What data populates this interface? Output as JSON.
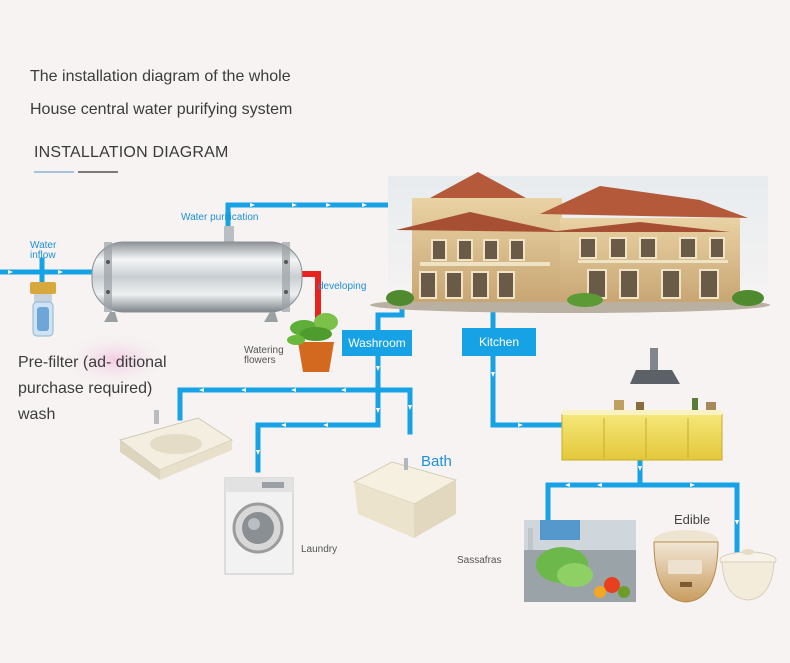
{
  "title_line1": "The installation diagram of the whole",
  "title_line2": "House central water purifying system",
  "heading": "INSTALLATION DIAGRAM",
  "labels": {
    "water_inflow_1": "Water",
    "water_inflow_2": "inflow",
    "water_purification": "Water purification",
    "developing": "developing",
    "watering_1": "Watering",
    "watering_2": "flowers",
    "prefilter": "Pre-filter (ad- ditional purchase required) wash",
    "washroom": "Washroom",
    "kitchen": "Kitchen",
    "bath": "Bath",
    "laundry": "Laundry",
    "sassafras": "Sassafras",
    "edible": "Edible"
  },
  "colors": {
    "pipe": "#17a2e6",
    "drain_pipe": "#e8231f",
    "background": "#f6f3f2"
  }
}
